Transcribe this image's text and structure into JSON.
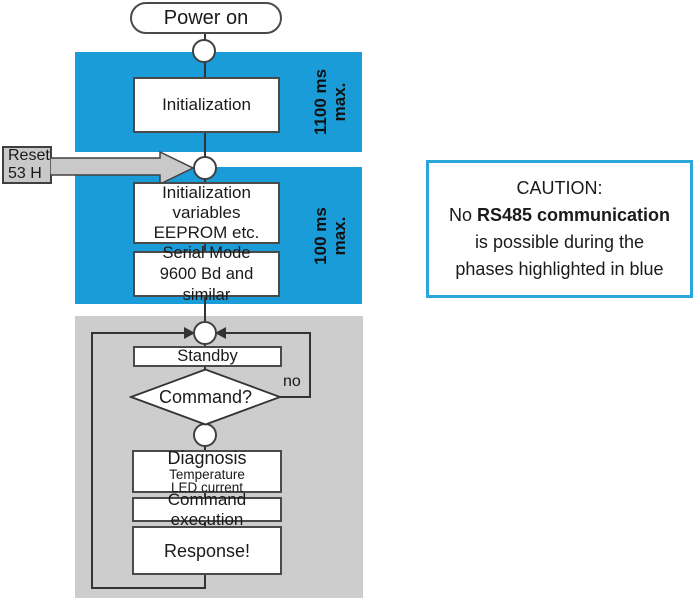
{
  "colors": {
    "highlight_blue": "#1A9CD8",
    "loop_gray": "#CDCDCD",
    "caution_border": "#2AA6DB"
  },
  "flowchart": {
    "start": "Power on",
    "phase1": {
      "duration_line1": "1100 ms",
      "duration_line2": "max.",
      "step": "Initialization"
    },
    "reset": {
      "line1": "Reset",
      "line2": "53 H"
    },
    "phase2": {
      "duration_line1": "100 ms",
      "duration_line2": "max.",
      "init_line1": "Initialization",
      "init_line2": "variables",
      "init_line3": "EEPROM etc.",
      "serial_line1": "Serial Mode",
      "serial_line2": "9600 Bd and similar"
    },
    "loop": {
      "standby": "Standby",
      "decision": "Command?",
      "no_label": "no",
      "diagnosis_title": "Diagnosis",
      "diagnosis_sub1": "Temperature",
      "diagnosis_sub2": "LED current",
      "command_execution": "Command execution",
      "response": "Response!"
    }
  },
  "caution": {
    "title": "CAUTION:",
    "line2_prefix": "No ",
    "line2_bold": "RS485 communication",
    "line3": "is possible during the",
    "line4": "phases highlighted in blue"
  }
}
